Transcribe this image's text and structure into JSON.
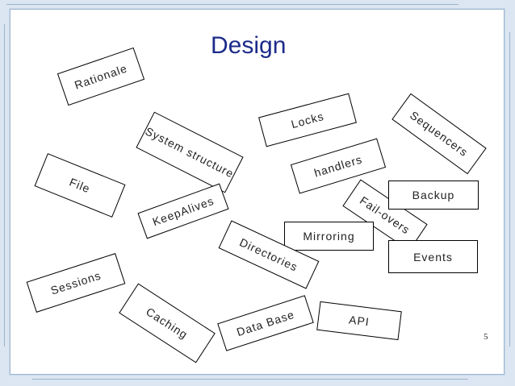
{
  "slide": {
    "title": "Design",
    "page_number": "5"
  },
  "cards": {
    "rationale": "Rationale",
    "system_structure": "System structure",
    "locks": "Locks",
    "sequencers": "Sequencers",
    "file": "File",
    "keepalives": "KeepAlives",
    "handlers": "handlers",
    "backup": "Backup",
    "fail_overs": "Fail-overs",
    "mirroring": "Mirroring",
    "directories": "Directories",
    "events": "Events",
    "sessions": "Sessions",
    "caching": "Caching",
    "database": "Data Base",
    "api": "API"
  }
}
